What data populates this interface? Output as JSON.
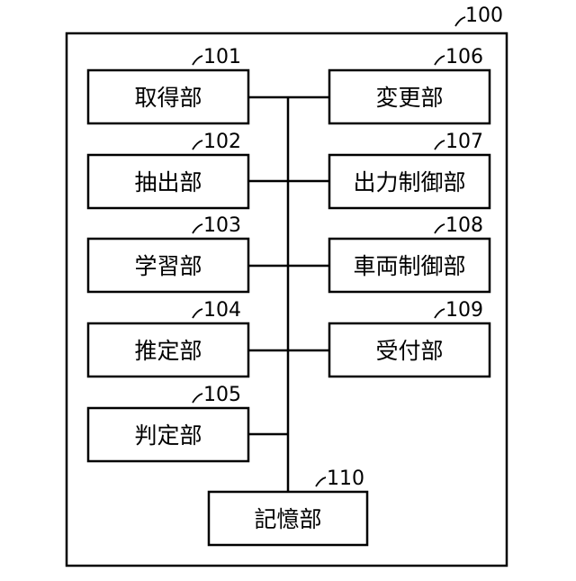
{
  "device": {
    "ref": "100"
  },
  "blocks": [
    {
      "id": "acquisition",
      "ref": "101",
      "label": "取得部"
    },
    {
      "id": "extraction",
      "ref": "102",
      "label": "抽出部"
    },
    {
      "id": "learning",
      "ref": "103",
      "label": "学習部"
    },
    {
      "id": "estimation",
      "ref": "104",
      "label": "推定部"
    },
    {
      "id": "determination",
      "ref": "105",
      "label": "判定部"
    },
    {
      "id": "change",
      "ref": "106",
      "label": "変更部"
    },
    {
      "id": "output-control",
      "ref": "107",
      "label": "出力制御部"
    },
    {
      "id": "vehicle-control",
      "ref": "108",
      "label": "車両制御部"
    },
    {
      "id": "reception",
      "ref": "109",
      "label": "受付部"
    },
    {
      "id": "storage",
      "ref": "110",
      "label": "記憶部"
    }
  ]
}
